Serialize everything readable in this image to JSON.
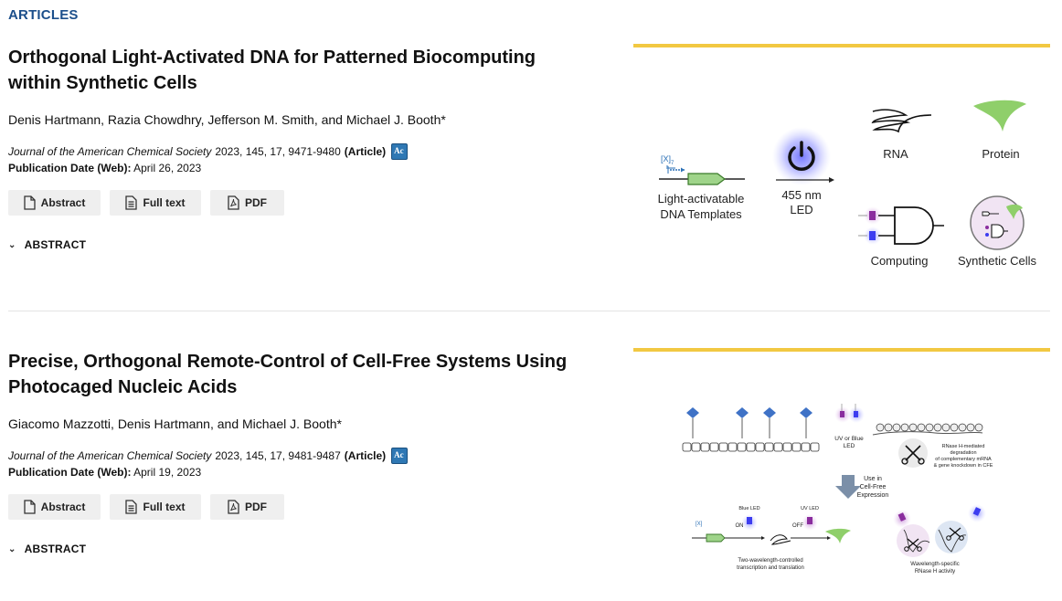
{
  "section": {
    "title": "ARTICLES"
  },
  "articles": [
    {
      "title": "Orthogonal Light-Activated DNA for Patterned Biocomputing within Synthetic Cells",
      "authors": "Denis Hartmann, Razia Chowdhry, Jefferson M. Smith, and Michael J. Booth*",
      "journal": "Journal of the American Chemical Society",
      "citation": "2023, 145, 17, 9471-9480",
      "article_type": "(Article)",
      "badge": "Ac",
      "pubdate_label": "Publication Date (Web):",
      "pubdate_value": "April 26, 2023",
      "buttons": {
        "abstract": "Abstract",
        "fulltext": "Full text",
        "pdf": "PDF"
      },
      "abstract_toggle": "ABSTRACT",
      "toc": {
        "template_label_line1": "Light-activatable",
        "template_label_line2": "DNA Templates",
        "x7": "[X]",
        "x7_sub": "7",
        "led_line1": "455 nm",
        "led_line2": "LED",
        "rna": "RNA",
        "protein": "Protein",
        "computing": "Computing",
        "synthetic_cells": "Synthetic Cells"
      }
    },
    {
      "title": "Precise, Orthogonal Remote-Control of Cell-Free Systems Using Photocaged Nucleic Acids",
      "authors": "Giacomo Mazzotti, Denis Hartmann, and Michael J. Booth*",
      "journal": "Journal of the American Chemical Society",
      "citation": "2023, 145, 17, 9481-9487",
      "article_type": "(Article)",
      "badge": "Ac",
      "pubdate_label": "Publication Date (Web):",
      "pubdate_value": "April 19, 2023",
      "buttons": {
        "abstract": "Abstract",
        "fulltext": "Full text",
        "pdf": "PDF"
      },
      "abstract_toggle": "ABSTRACT",
      "toc": {
        "uv_blue_1": "UV or Blue",
        "uv_blue_2": "LED",
        "rnase_1": "RNase H-mediated",
        "rnase_2": "degradation",
        "rnase_3": "of complementary mRNA",
        "rnase_4": "& gene knockdown in CFE",
        "use_1": "Use in",
        "use_2": "Cell-Free",
        "use_3": "Expression",
        "blue_led": "Blue LED",
        "uv_led": "UV LED",
        "on": "ON",
        "off": "OFF",
        "x7": "[X]",
        "two_wl_1": "Two-wavelength-controlled",
        "two_wl_2": "transcription and translation",
        "wl_spec_1": "Wavelength-specific",
        "wl_spec_2": "RNase H activity"
      }
    }
  ],
  "colors": {
    "accent": "#1c4f8b",
    "gold": "#f2c842",
    "button_bg": "#efefef",
    "green": "#8fcf6a"
  }
}
